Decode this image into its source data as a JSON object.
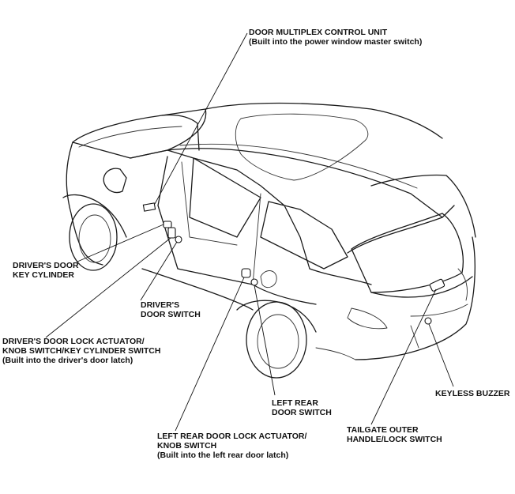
{
  "callouts": [
    {
      "id": "door-multiplex-control-unit",
      "lines": [
        "DOOR MULTIPLEX CONTROL UNIT",
        "(Built into the power window master switch)"
      ]
    },
    {
      "id": "drivers-door-key-cylinder",
      "lines": [
        "DRIVER'S DOOR",
        "KEY CYLINDER"
      ]
    },
    {
      "id": "drivers-door-switch",
      "lines": [
        "DRIVER'S",
        "DOOR SWITCH"
      ]
    },
    {
      "id": "drivers-door-lock-actuator",
      "lines": [
        "DRIVER'S DOOR LOCK ACTUATOR/",
        "KNOB SWITCH/KEY CYLINDER SWITCH",
        "(Built into the driver's door latch)"
      ]
    },
    {
      "id": "left-rear-door-switch",
      "lines": [
        "LEFT REAR",
        "DOOR SWITCH"
      ]
    },
    {
      "id": "keyless-buzzer",
      "lines": [
        "KEYLESS BUZZER"
      ]
    },
    {
      "id": "tailgate-outer-handle-lock-switch",
      "lines": [
        "TAILGATE OUTER",
        "HANDLE/LOCK SWITCH"
      ]
    },
    {
      "id": "left-rear-door-lock-actuator",
      "lines": [
        "LEFT REAR DOOR LOCK ACTUATOR/",
        "KNOB SWITCH",
        "(Built into the left rear door latch)"
      ]
    }
  ]
}
